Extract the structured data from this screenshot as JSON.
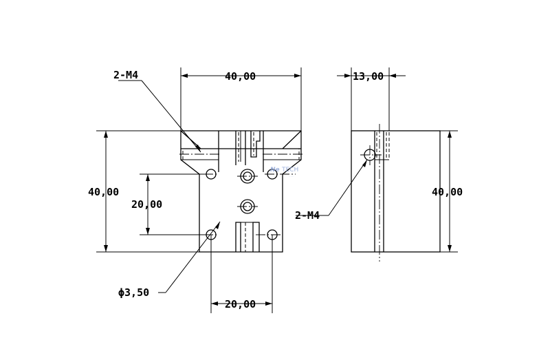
{
  "drawing": {
    "front_view": {
      "top_width": "40,00",
      "overall_height": "40,00",
      "hole_spacing_vertical": "20,00",
      "hole_spacing_horizontal": "20,00",
      "thread_callout": "2-M4",
      "hole_diameter": "ϕ3,50"
    },
    "side_view": {
      "thickness": "13,00",
      "overall_height": "40,00",
      "thread_callout": "2-M4"
    }
  },
  "watermark": {
    "brand": "TECH",
    "tagline": "......"
  }
}
